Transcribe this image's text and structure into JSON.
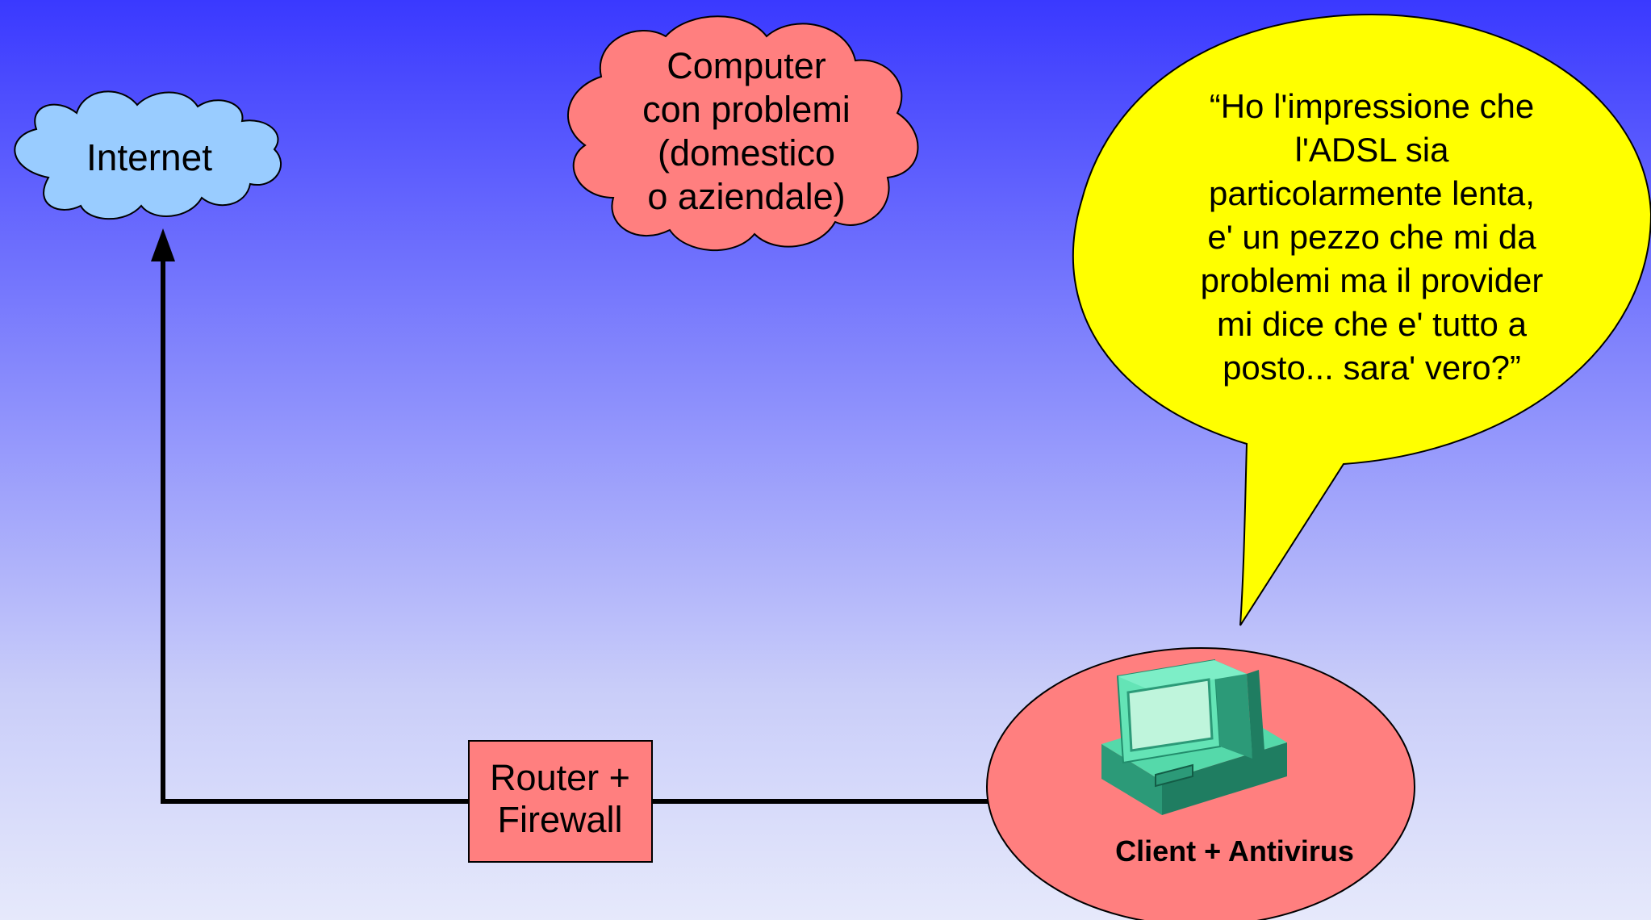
{
  "diagram": {
    "internet": {
      "label": "Internet"
    },
    "problem_computer": {
      "label": "Computer\ncon problemi\n(domestico\no aziendale)"
    },
    "speech_bubble": {
      "text": "“Ho l'impressione che\nl'ADSL sia\nparticolarmente lenta,\ne' un pezzo che mi da\nproblemi ma il provider\nmi dice che e' tutto a\nposto... sara' vero?”"
    },
    "router": {
      "label": "Router +\nFirewall"
    },
    "client": {
      "label": "Client + Antivirus",
      "icon": "computer-icon"
    }
  },
  "colors": {
    "internet_cloud": "#99ccff",
    "problem_cloud": "#ff7f7f",
    "speech_bubble": "#ffff00",
    "router_box": "#ff7f7f",
    "client_ellipse": "#ff7f7f",
    "connector": "#000000",
    "computer_body": "#3cb38c"
  }
}
